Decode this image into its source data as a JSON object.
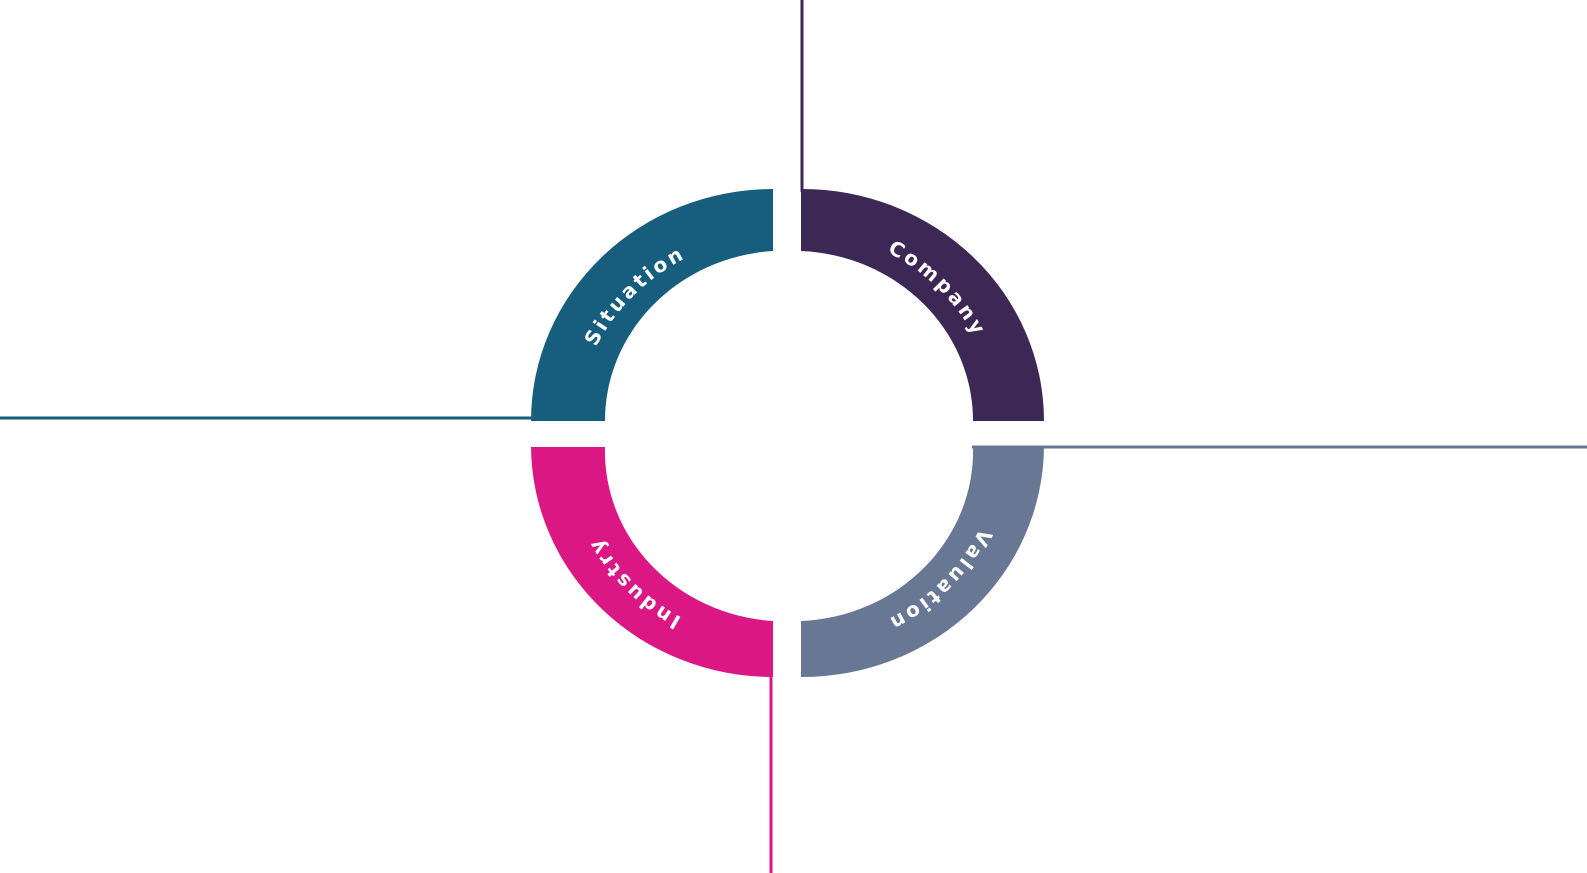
{
  "segments": {
    "situation": {
      "label": "Situation",
      "color": "#175d7e"
    },
    "company": {
      "label": "Company",
      "color": "#3d2855"
    },
    "industry": {
      "label": "Industry",
      "color": "#db1784"
    },
    "valuation": {
      "label": "Valuation",
      "color": "#677794"
    }
  }
}
